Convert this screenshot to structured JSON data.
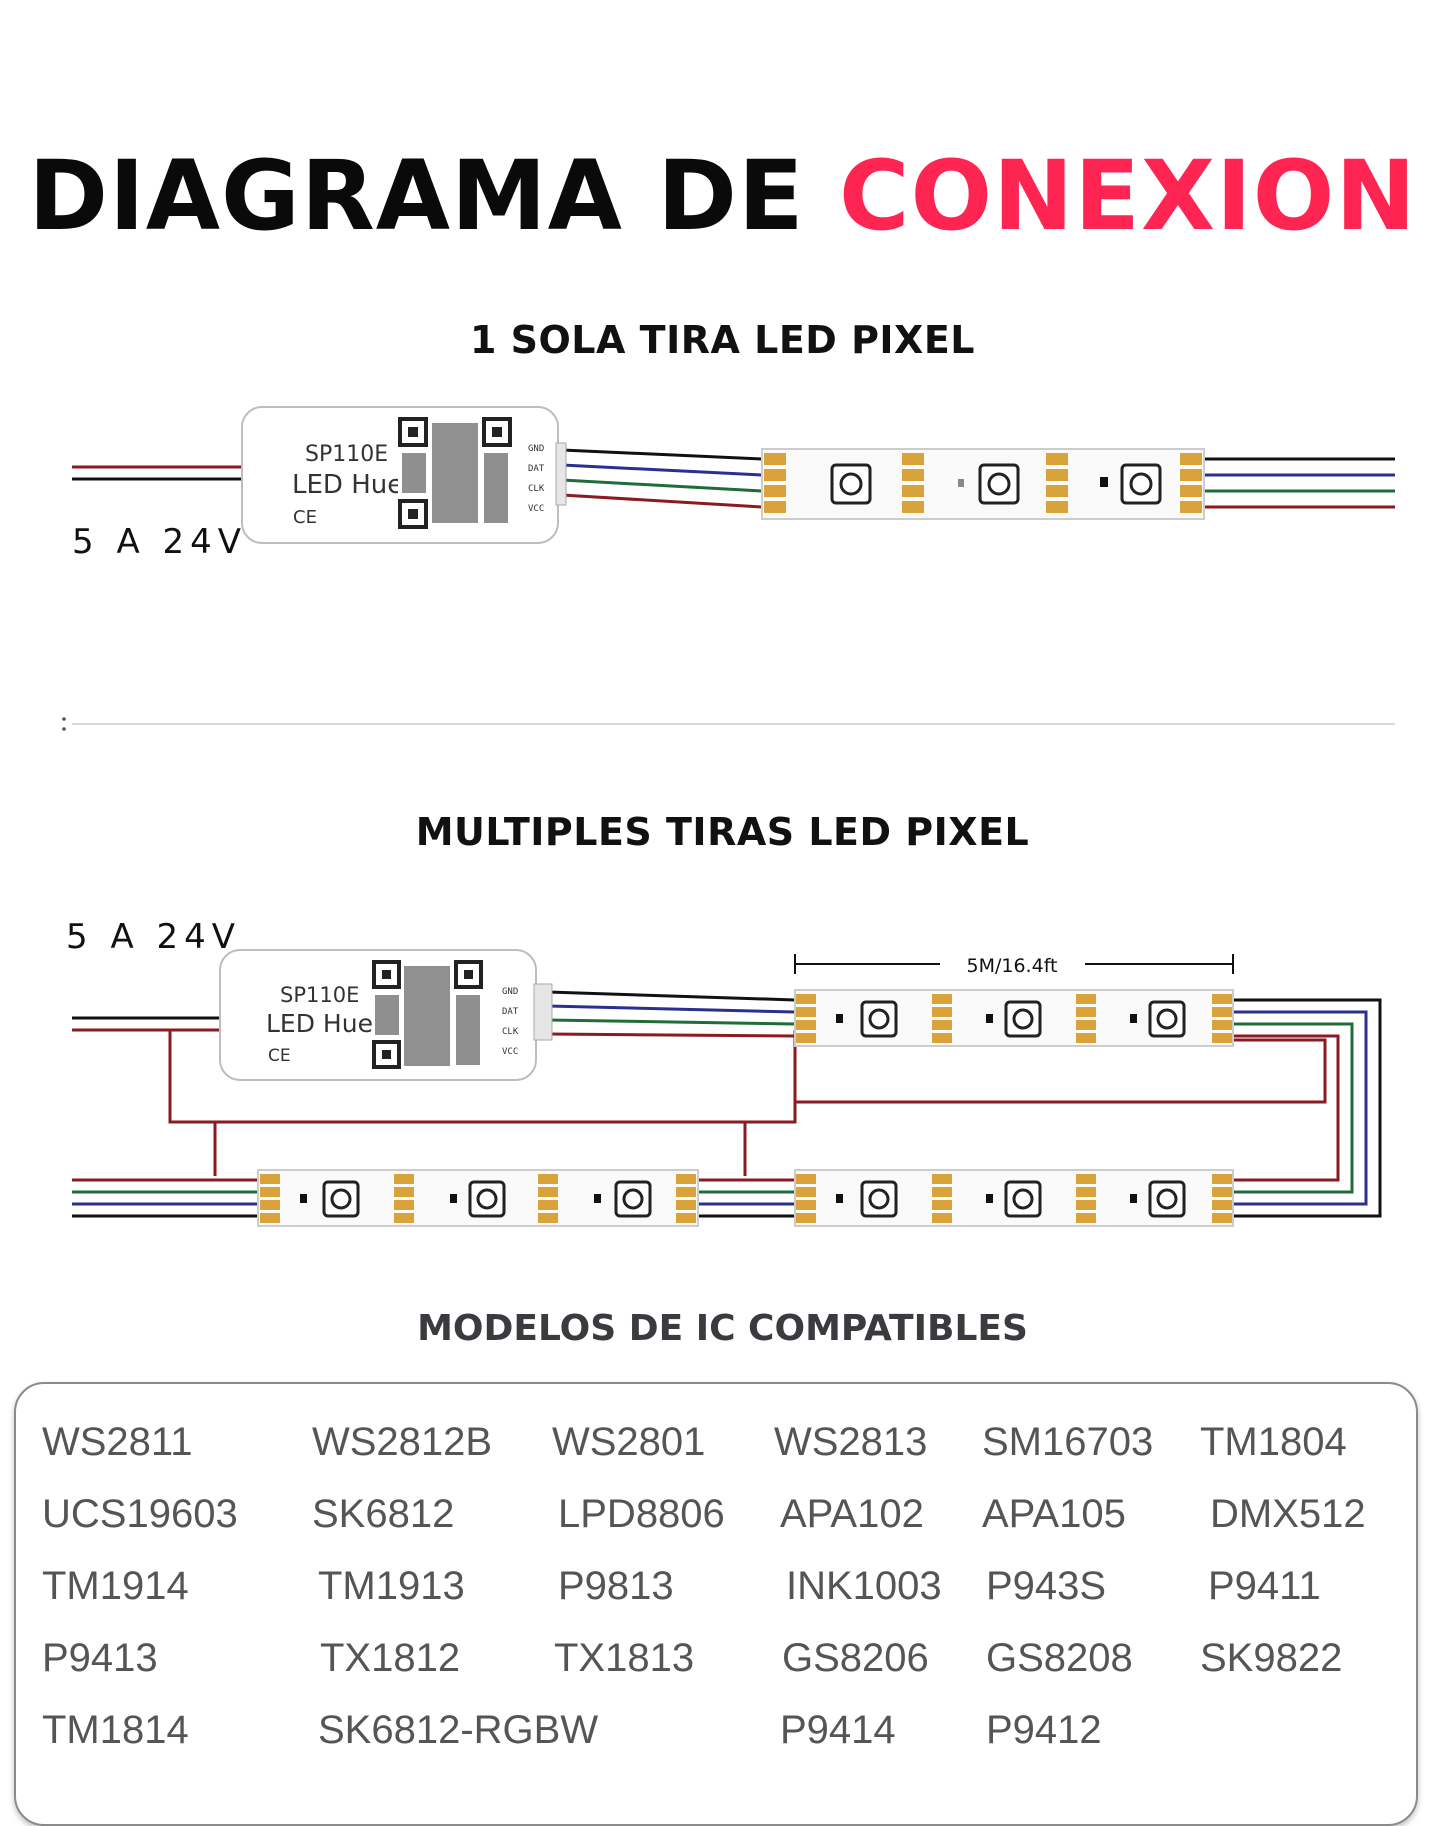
{
  "title": {
    "main": "DIAGRAMA DE ",
    "accent": "CONEXION"
  },
  "colors": {
    "accent": "#ff2553",
    "wire_red": "#8b1a22",
    "wire_blue": "#2b2f8f",
    "wire_green": "#1f6b3a",
    "wire_black": "#111111",
    "pad_gold": "#d9a23a"
  },
  "section1": {
    "title": "1 SOLA TIRA LED PIXEL",
    "power_label": "5 A 24V"
  },
  "section2": {
    "title": "MULTIPLES TIRAS LED PIXEL",
    "power_label": "5 A 24V",
    "length_label": "5M/16.4ft"
  },
  "controller": {
    "model": "SP110E",
    "name": "LED Hue",
    "marks": "CE",
    "pins": [
      "GND",
      "DAT",
      "CLK",
      "VCC"
    ]
  },
  "ic_section": {
    "title": "MODELOS DE IC COMPATIBLES",
    "rows": [
      [
        "WS2811",
        "WS2812B",
        "WS2801",
        "WS2813",
        "SM16703",
        "TM1804"
      ],
      [
        "UCS19603",
        "SK6812",
        "LPD8806",
        "APA102",
        "APA105",
        "DMX512"
      ],
      [
        "TM1914",
        "TM1913",
        "P9813",
        "INK1003",
        "P943S",
        "P9411"
      ],
      [
        "P9413",
        "TX1812",
        "TX1813",
        "GS8206",
        "GS8208",
        "SK9822"
      ],
      [
        "TM1814",
        "SK6812-RGBW",
        "",
        "P9414",
        "P9412",
        ""
      ]
    ]
  }
}
